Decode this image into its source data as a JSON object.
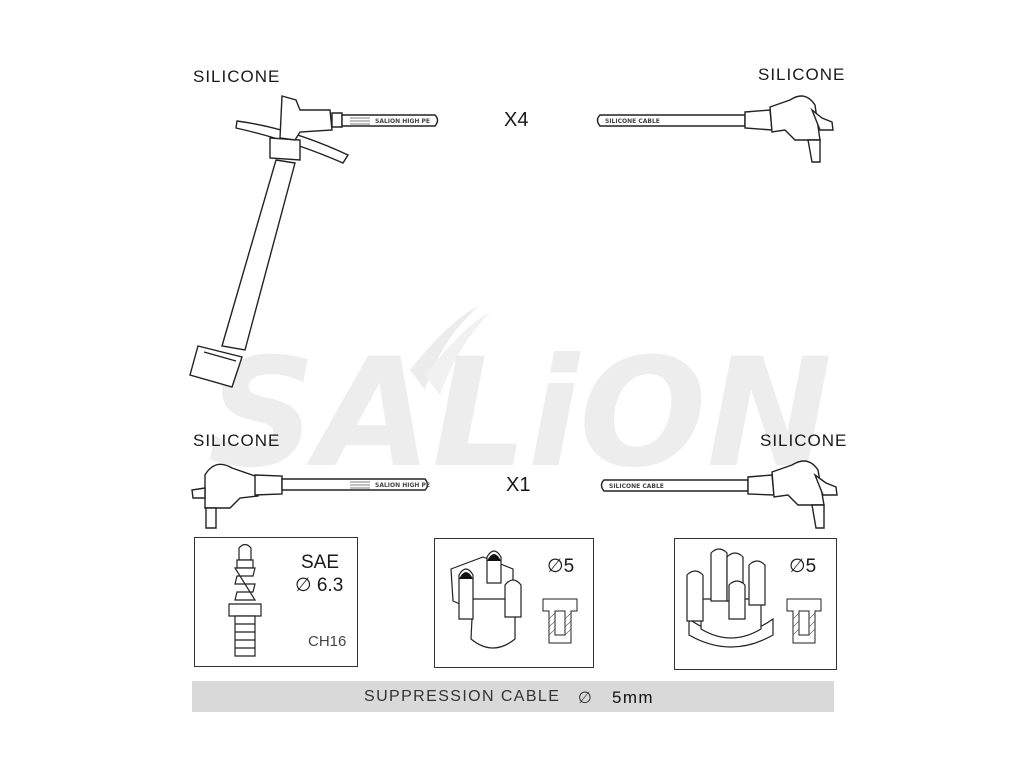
{
  "brand": {
    "watermark_text": "SALiON"
  },
  "wires": {
    "top_left_label": "SILICONE",
    "top_right_label": "SILICONE",
    "top_multiplier": "X4",
    "bottom_left_label": "SILICONE",
    "bottom_right_label": "SILICONE",
    "bottom_multiplier": "X1",
    "cable_print_left": "SALION HIGH PE",
    "cable_print_right": "SILICONE CABLE"
  },
  "terminals": {
    "plug": {
      "standard": "SAE",
      "diameter": "6.3",
      "diameter_symbol": "∅",
      "hex": "CH16"
    },
    "coil": {
      "diameter": "5",
      "diameter_symbol": "∅"
    },
    "distributor": {
      "diameter": "5",
      "diameter_symbol": "∅"
    }
  },
  "footer": {
    "label": "SUPPRESSION CABLE",
    "diameter_symbol": "∅",
    "value": "5mm",
    "bg_color": "#d9d9d9"
  }
}
